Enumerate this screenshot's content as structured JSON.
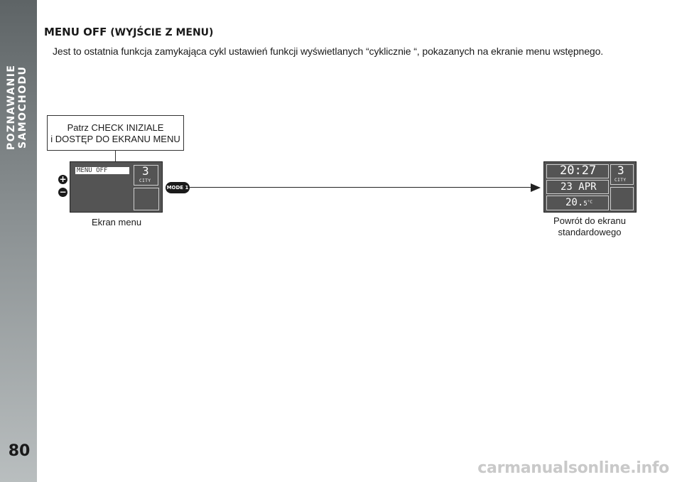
{
  "sidebar": {
    "title": "POZNAWANIE SAMOCHODU",
    "page_number": "80"
  },
  "heading": {
    "main": "MENU OFF",
    "sub": " (WYJŚCIE Z MENU)"
  },
  "intro": "Jest to ostatnia funkcja zamykająca cykl ustawień funkcji wyświetlanych “cyklicznie “, pokazanych na ekranie menu wstępnego.",
  "ref_box": {
    "line1": "Patrz CHECK INIZIALE",
    "line2": "i DOSTĘP DO EKRANU MENU"
  },
  "buttons": {
    "plus": "+",
    "minus": "−",
    "mode": "MODE 1"
  },
  "menu_screen": {
    "item": "MENU OFF",
    "gear": "3",
    "mode": "CITY",
    "caption": "Ekran menu"
  },
  "standard_screen": {
    "time": "20:27",
    "date": "23 APR",
    "temp_int": "20.",
    "temp_dec": "5",
    "temp_unit": "°C",
    "gear": "3",
    "mode": "CITY",
    "caption_line1": "Powrót do ekranu",
    "caption_line2": "standardowego"
  },
  "footer": "carmanualsonline.info",
  "colors": {
    "sidebar_top": "#5e6466",
    "sidebar_bottom": "#b9bebf",
    "lcd_bg": "#545454"
  }
}
